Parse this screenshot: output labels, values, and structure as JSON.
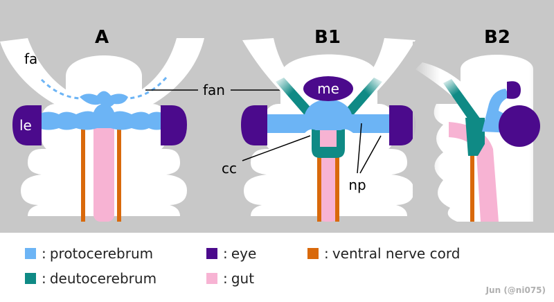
{
  "panels": {
    "a": "A",
    "b1": "B1",
    "b2": "B2"
  },
  "labels": {
    "fa": "fa",
    "le": "le",
    "fan": "fan",
    "me": "me",
    "cc": "cc",
    "np": "np"
  },
  "legend": [
    {
      "color": "#6cb4f5",
      "sep": ":",
      "text": "protocerebrum"
    },
    {
      "color": "#4b0a8c",
      "sep": ":",
      "text": "eye"
    },
    {
      "color": "#d9690b",
      "sep": ":",
      "text": "ventral nerve cord"
    },
    {
      "color": "#0f8a85",
      "sep": ":",
      "text": "deutocerebrum"
    },
    {
      "color": "#f7b3d3",
      "sep": ":",
      "text": "gut"
    }
  ],
  "credit": "Jun (@ni075)",
  "colors": {
    "background": "#c8c8c8",
    "body": "#ffffff",
    "protocerebrum": "#6cb4f5",
    "deutocerebrum": "#0f8a85",
    "eye": "#4b0a8c",
    "ventral_nerve_cord": "#d9690b",
    "gut": "#f7b3d3"
  }
}
